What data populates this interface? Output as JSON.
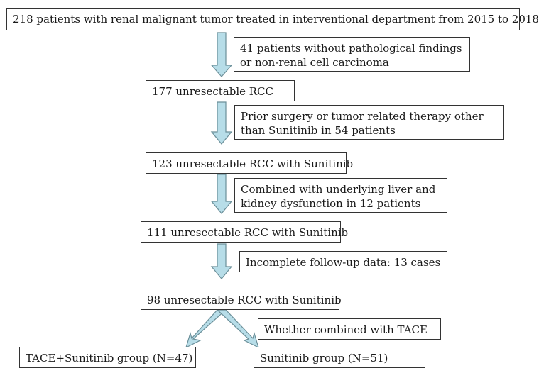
{
  "nodes": {
    "start": "218 patients with renal malignant tumor treated in interventional department from 2015 to 2018",
    "excl1": "41 patients without pathological findings or non-renal cell carcinoma",
    "step1": "177 unresectable RCC",
    "excl2": "Prior surgery or tumor related therapy other than Sunitinib in 54 patients",
    "step2": "123 unresectable RCC with Sunitinib",
    "excl3": "Combined with underlying liver and kidney dysfunction in 12 patients",
    "step3": "111 unresectable RCC with Sunitinib",
    "excl4": "Incomplete follow-up data: 13 cases",
    "step4": "98 unresectable RCC with Sunitinib",
    "split": "Whether combined with TACE",
    "groupA": "TACE+Sunitinib group (N=47)",
    "groupB": "Sunitinib group (N=51)"
  },
  "colors": {
    "arrow_fill": "#b7dde8",
    "arrow_stroke": "#6b8f99",
    "border": "#333333"
  }
}
